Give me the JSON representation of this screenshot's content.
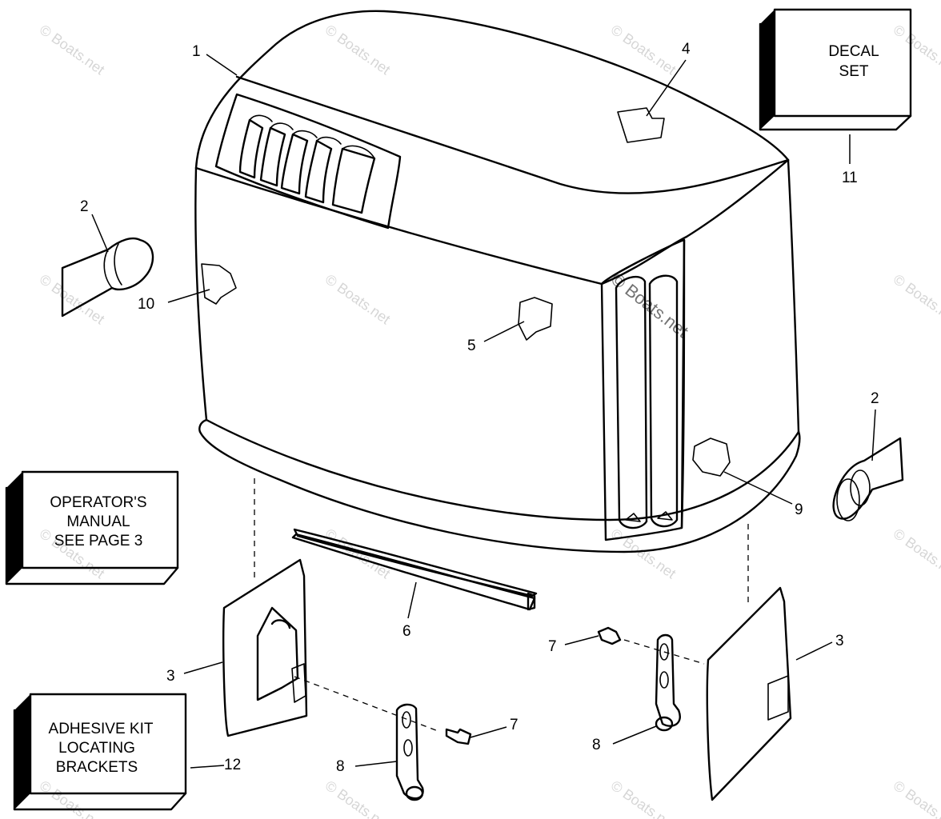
{
  "diagram": {
    "callouts": {
      "c1": "1",
      "c2_left": "2",
      "c2_right": "2",
      "c3_left": "3",
      "c3_right": "3",
      "c4": "4",
      "c5": "5",
      "c6": "6",
      "c7_right": "7",
      "c7_left": "7",
      "c8_left": "8",
      "c8_right": "8",
      "c9": "9",
      "c10": "10",
      "c11": "11",
      "c12": "12"
    },
    "boxes": {
      "decal_set": [
        "DECAL",
        "SET"
      ],
      "operators_manual": [
        "OPERATOR'S",
        "MANUAL",
        "SEE PAGE 3"
      ],
      "adhesive_kit": [
        "ADHESIVE KIT",
        "LOCATING",
        "BRACKETS"
      ]
    },
    "watermark": "© Boats.net"
  }
}
